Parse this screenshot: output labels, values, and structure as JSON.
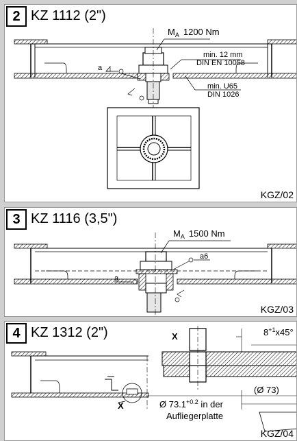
{
  "panels": [
    {
      "number": "2",
      "title": "KZ 1112 (2\")",
      "ref": "KGZ/02",
      "labels": {
        "torque_m": "M",
        "torque_sub": "A",
        "torque_val": "1200 Nm",
        "weld": "a",
        "plate1": "min. 12 mm",
        "plate2": "DIN EN 10058",
        "profile1": "min. U65",
        "profile2": "DIN 1026"
      }
    },
    {
      "number": "3",
      "title": "KZ 1116 (3,5\")",
      "ref": "KGZ/03",
      "labels": {
        "torque_m": "M",
        "torque_sub": "A",
        "torque_val": "1500 Nm",
        "weld_a": "a",
        "weld_a6": "a6"
      }
    },
    {
      "number": "4",
      "title": "KZ 1312 (2\")",
      "ref": "KGZ/04",
      "labels": {
        "x_left": "X",
        "x_detail": "X",
        "chamfer": "8",
        "chamfer_sup": "+1",
        "chamfer_rest": "x45°",
        "dia_a": "Ø 73.1",
        "dia_sup": "+0.2",
        "dia_rest": " in der",
        "dia_line2": "Aufliegerplatte",
        "dia_b": "(Ø 73)"
      }
    }
  ]
}
